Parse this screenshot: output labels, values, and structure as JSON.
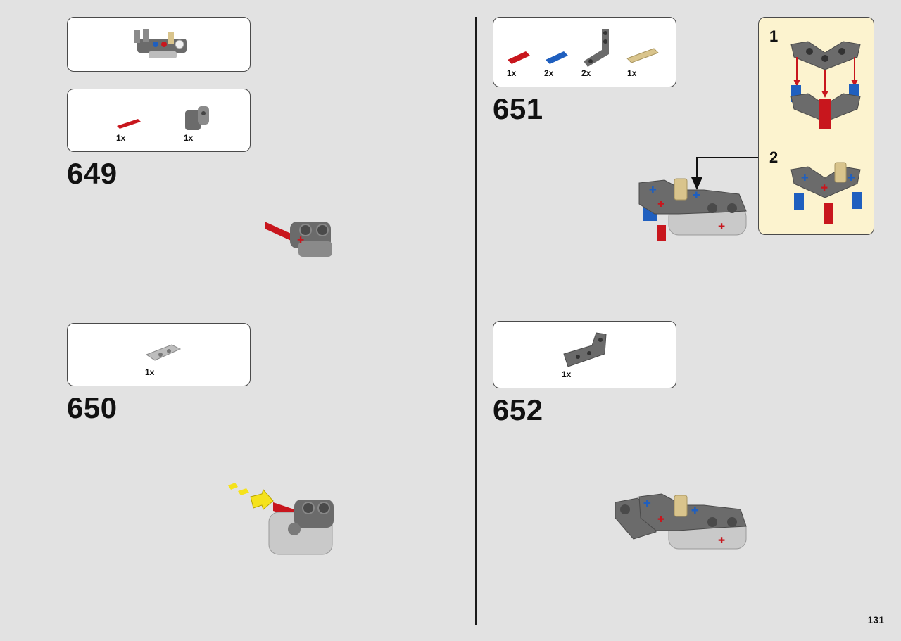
{
  "page": {
    "number": "131"
  },
  "steps": [
    {
      "number": "649",
      "parts": [
        {
          "name": "red axle",
          "qty": "1x"
        },
        {
          "name": "dark gray connector",
          "qty": "1x"
        }
      ]
    },
    {
      "number": "650",
      "parts": [
        {
          "name": "light gray beam",
          "qty": "1x"
        }
      ]
    },
    {
      "number": "651",
      "parts": [
        {
          "name": "red axle pin",
          "qty": "1x"
        },
        {
          "name": "blue axle pin",
          "qty": "2x"
        },
        {
          "name": "dark gray L-beam",
          "qty": "2x"
        },
        {
          "name": "tan pin",
          "qty": "1x"
        }
      ],
      "substeps": [
        "1",
        "2"
      ]
    },
    {
      "number": "652",
      "parts": [
        {
          "name": "dark gray bent beam",
          "qty": "1x"
        }
      ]
    }
  ],
  "colors": {
    "background": "#e2e2e2",
    "callout": "#fcf3cf",
    "red": "#c8161d",
    "blue": "#1f5fbf",
    "dark_gray": "#6b6b6b",
    "light_gray": "#bdbdbd",
    "tan": "#d9c48c",
    "arrow_yellow": "#f5e21c"
  }
}
